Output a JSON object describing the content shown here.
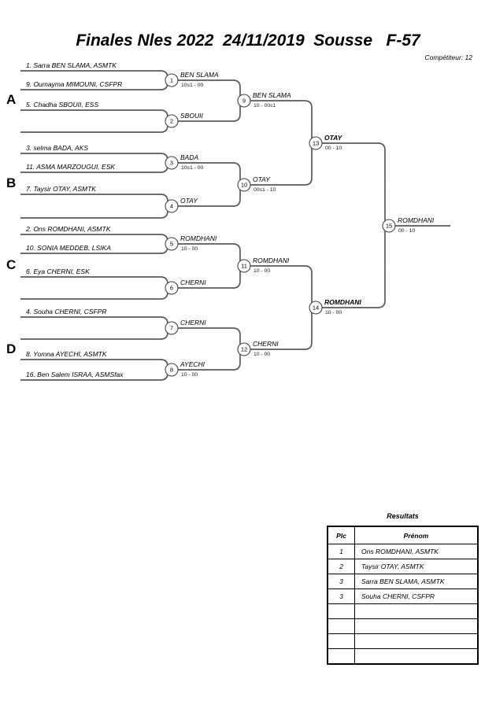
{
  "header": {
    "title": "Finales Nles 2022  24/11/2019  Sousse   F-57",
    "competitor_count_label": "Compétiteur: 12"
  },
  "bracket": {
    "groups": [
      "A",
      "B",
      "C",
      "D"
    ],
    "entrants": [
      {
        "label": "1. Sarra BEN SLAMA, ASMTK"
      },
      {
        "label": "9. Oumayma MIMOUNI, CSFPR"
      },
      {
        "label": "5. Chadha SBOUII, ESS"
      },
      {
        "label": ""
      },
      {
        "label": "3. selma BADA, AKS"
      },
      {
        "label": "11. ASMA MARZOUGUI, ESK"
      },
      {
        "label": "7. Taysir OTAY, ASMTK"
      },
      {
        "label": ""
      },
      {
        "label": "2. Ons ROMDHANI, ASMTK"
      },
      {
        "label": "10. SONIA MEDDEB, LSIKA"
      },
      {
        "label": "6. Eya CHERNI, ESK"
      },
      {
        "label": ""
      },
      {
        "label": "4. Souha CHERNI, CSFPR"
      },
      {
        "label": ""
      },
      {
        "label": "8. Yomna AYECHI, ASMTK"
      },
      {
        "label": "16. Ben Salem ISRAA, ASMSfax"
      }
    ],
    "matches": [
      {
        "num": "1",
        "winner": "BEN SLAMA",
        "score": "10s1 - 00",
        "bold": false
      },
      {
        "num": "2",
        "winner": "SBOUII",
        "score": "",
        "bold": false
      },
      {
        "num": "3",
        "winner": "BADA",
        "score": "10s1 - 00",
        "bold": false
      },
      {
        "num": "4",
        "winner": "OTAY",
        "score": "",
        "bold": false
      },
      {
        "num": "5",
        "winner": "ROMDHANI",
        "score": "10 - 00",
        "bold": false
      },
      {
        "num": "6",
        "winner": "CHERNI",
        "score": "",
        "bold": false
      },
      {
        "num": "7",
        "winner": "CHERNI",
        "score": "",
        "bold": false
      },
      {
        "num": "8",
        "winner": "AYECHI",
        "score": "10 - 00",
        "bold": false
      },
      {
        "num": "9",
        "winner": "BEN SLAMA",
        "score": "10 - 00s1",
        "bold": false
      },
      {
        "num": "10",
        "winner": "OTAY",
        "score": "00s1 - 10",
        "bold": false
      },
      {
        "num": "11",
        "winner": "ROMDHANI",
        "score": "10 - 00",
        "bold": false
      },
      {
        "num": "12",
        "winner": "CHERNI",
        "score": "10 - 00",
        "bold": false
      },
      {
        "num": "13",
        "winner": "OTAY",
        "score": "00 - 10",
        "bold": true
      },
      {
        "num": "14",
        "winner": "ROMDHANI",
        "score": "10 - 00",
        "bold": true
      },
      {
        "num": "15",
        "winner": "ROMDHANI",
        "score": "00 - 10",
        "bold": false
      }
    ]
  },
  "results": {
    "title": "Resultats",
    "columns": [
      "Plc",
      "Prénom"
    ],
    "rows": [
      {
        "place": "1",
        "name": "Ons ROMDHANI, ASMTK"
      },
      {
        "place": "2",
        "name": "Taysir OTAY, ASMTK"
      },
      {
        "place": "3",
        "name": "Sarra BEN SLAMA, ASMTK"
      },
      {
        "place": "3",
        "name": "Souha CHERNI, CSFPR"
      },
      {
        "place": "",
        "name": ""
      },
      {
        "place": "",
        "name": ""
      },
      {
        "place": "",
        "name": ""
      },
      {
        "place": "",
        "name": ""
      }
    ]
  },
  "colors": {
    "line": "#5a5a5a",
    "circle_stroke": "#444444",
    "text": "#000000"
  }
}
